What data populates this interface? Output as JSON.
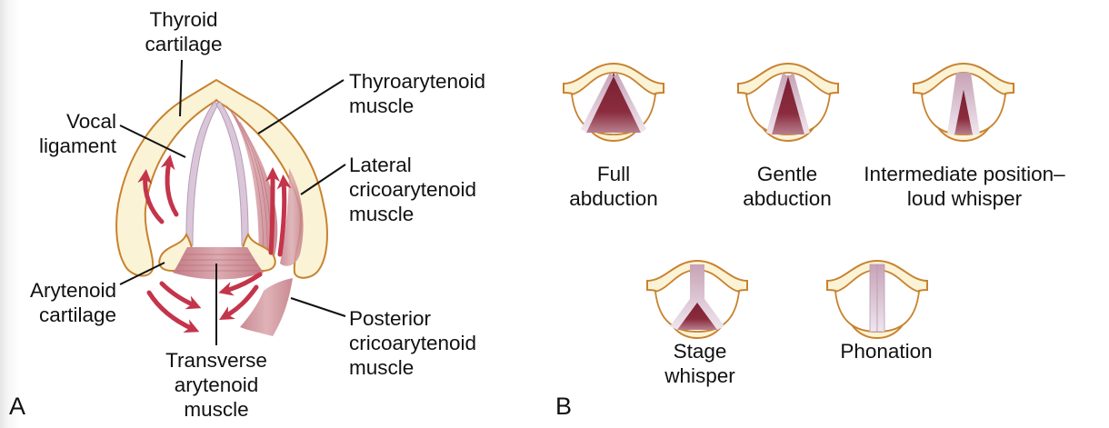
{
  "figure": {
    "panel_a": {
      "letter": "A",
      "labels": {
        "thyroid_cartilage": [
          "Thyroid",
          "cartilage"
        ],
        "vocal_ligament": [
          "Vocal",
          "ligament"
        ],
        "thyroarytenoid_muscle": [
          "Thyroarytenoid",
          "muscle"
        ],
        "lateral_cricoarytenoid_muscle": [
          "Lateral",
          "cricoarytenoid",
          "muscle"
        ],
        "arytenoid_cartilage": [
          "Arytenoid",
          "cartilage"
        ],
        "transverse_arytenoid_muscle": [
          "Transverse",
          "arytenoid",
          "muscle"
        ],
        "posterior_cricoarytenoid_muscle": [
          "Posterior",
          "cricoarytenoid",
          "muscle"
        ]
      }
    },
    "panel_b": {
      "letter": "B",
      "positions": [
        {
          "id": "full-abduction",
          "label": [
            "Full",
            "abduction"
          ]
        },
        {
          "id": "gentle-abduction",
          "label": [
            "Gentle",
            "abduction"
          ]
        },
        {
          "id": "intermediate-position",
          "label": [
            "Intermediate position–",
            "loud whisper"
          ]
        },
        {
          "id": "stage-whisper",
          "label": [
            "Stage",
            "whisper"
          ]
        },
        {
          "id": "phonation",
          "label": [
            "Phonation"
          ]
        }
      ]
    },
    "colors": {
      "cartilage_fill": "#fbf3d6",
      "cartilage_stroke": "#c8822e",
      "muscle": "#c9868e",
      "arrow": "#c4344a",
      "glottis": "#8a2a3c",
      "ligament": "#cdb6cc"
    }
  }
}
